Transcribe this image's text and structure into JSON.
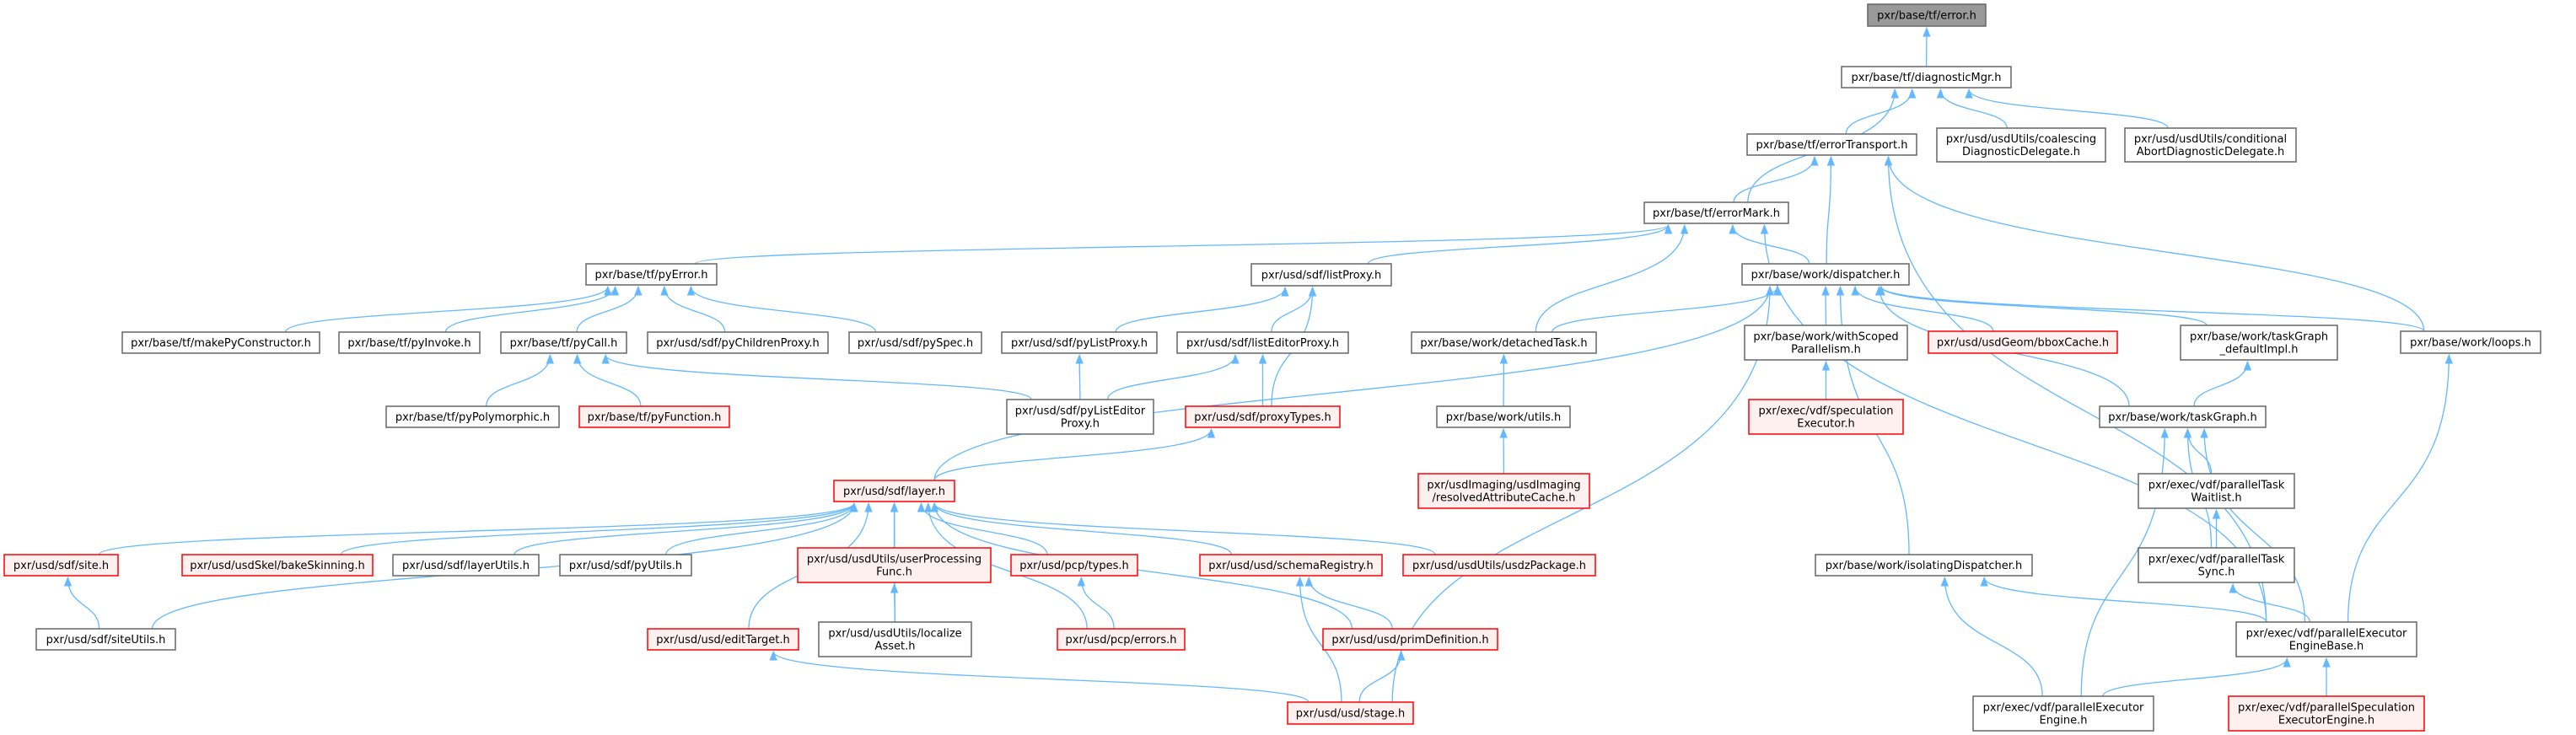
{
  "title": "pxr/base/tf/error.h",
  "colors": {
    "edge": "#63b8ff",
    "root_fill": "#999999",
    "node_border": "#666666",
    "incomplete_border": "#ff0000",
    "incomplete_fill": "#fff0f0"
  },
  "nodes": [
    {
      "id": "error",
      "label": "pxr/base/tf/error.h",
      "kind": "root"
    },
    {
      "id": "diagnosticMgr",
      "label": "pxr/base/tf/diagnosticMgr.h",
      "kind": "normal"
    },
    {
      "id": "errorTransport",
      "label": "pxr/base/tf/errorTransport.h",
      "kind": "normal"
    },
    {
      "id": "coalescing",
      "label": "pxr/usd/usdUtils/coalescing\nDiagnosticDelegate.h",
      "kind": "normal"
    },
    {
      "id": "conditional",
      "label": "pxr/usd/usdUtils/conditional\nAbortDiagnosticDelegate.h",
      "kind": "normal"
    },
    {
      "id": "errorMark",
      "label": "pxr/base/tf/errorMark.h",
      "kind": "normal"
    },
    {
      "id": "pyError",
      "label": "pxr/base/tf/pyError.h",
      "kind": "normal"
    },
    {
      "id": "listProxy",
      "label": "pxr/usd/sdf/listProxy.h",
      "kind": "normal"
    },
    {
      "id": "dispatcher",
      "label": "pxr/base/work/dispatcher.h",
      "kind": "normal"
    },
    {
      "id": "makePyConstructor",
      "label": "pxr/base/tf/makePyConstructor.h",
      "kind": "normal"
    },
    {
      "id": "pyInvoke",
      "label": "pxr/base/tf/pyInvoke.h",
      "kind": "normal"
    },
    {
      "id": "pyCall",
      "label": "pxr/base/tf/pyCall.h",
      "kind": "normal"
    },
    {
      "id": "pyChildrenProxy",
      "label": "pxr/usd/sdf/pyChildrenProxy.h",
      "kind": "normal"
    },
    {
      "id": "pySpec",
      "label": "pxr/usd/sdf/pySpec.h",
      "kind": "normal"
    },
    {
      "id": "pyListProxy",
      "label": "pxr/usd/sdf/pyListProxy.h",
      "kind": "normal"
    },
    {
      "id": "listEditorProxy",
      "label": "pxr/usd/sdf/listEditorProxy.h",
      "kind": "normal"
    },
    {
      "id": "detachedTask",
      "label": "pxr/base/work/detachedTask.h",
      "kind": "normal"
    },
    {
      "id": "withScoped",
      "label": "pxr/base/work/withScoped\nParallelism.h",
      "kind": "normal"
    },
    {
      "id": "bboxCache",
      "label": "pxr/usd/usdGeom/bboxCache.h",
      "kind": "incomplete"
    },
    {
      "id": "taskGraphDefault",
      "label": "pxr/base/work/taskGraph\n_defaultImpl.h",
      "kind": "normal"
    },
    {
      "id": "loops",
      "label": "pxr/base/work/loops.h",
      "kind": "normal"
    },
    {
      "id": "pyPolymorphic",
      "label": "pxr/base/tf/pyPolymorphic.h",
      "kind": "normal"
    },
    {
      "id": "pyFunction",
      "label": "pxr/base/tf/pyFunction.h",
      "kind": "incomplete"
    },
    {
      "id": "pyListEditorProxy",
      "label": "pxr/usd/sdf/pyListEditor\nProxy.h",
      "kind": "normal"
    },
    {
      "id": "proxyTypes",
      "label": "pxr/usd/sdf/proxyTypes.h",
      "kind": "incomplete"
    },
    {
      "id": "workUtils",
      "label": "pxr/base/work/utils.h",
      "kind": "normal"
    },
    {
      "id": "speculationExecutor",
      "label": "pxr/exec/vdf/speculation\nExecutor.h",
      "kind": "incomplete"
    },
    {
      "id": "taskGraph",
      "label": "pxr/base/work/taskGraph.h",
      "kind": "normal"
    },
    {
      "id": "layer",
      "label": "pxr/usd/sdf/layer.h",
      "kind": "incomplete"
    },
    {
      "id": "resolvedAttributeCache",
      "label": "pxr/usdImaging/usdImaging\n/resolvedAttributeCache.h",
      "kind": "incomplete"
    },
    {
      "id": "taskWaitlist",
      "label": "pxr/exec/vdf/parallelTask\nWaitlist.h",
      "kind": "normal"
    },
    {
      "id": "site",
      "label": "pxr/usd/sdf/site.h",
      "kind": "incomplete"
    },
    {
      "id": "bakeSkinning",
      "label": "pxr/usd/usdSkel/bakeSkinning.h",
      "kind": "incomplete"
    },
    {
      "id": "layerUtils",
      "label": "pxr/usd/sdf/layerUtils.h",
      "kind": "normal"
    },
    {
      "id": "pyUtils",
      "label": "pxr/usd/sdf/pyUtils.h",
      "kind": "normal"
    },
    {
      "id": "userProcessingFunc",
      "label": "pxr/usd/usdUtils/userProcessing\nFunc.h",
      "kind": "incomplete"
    },
    {
      "id": "pcpTypes",
      "label": "pxr/usd/pcp/types.h",
      "kind": "incomplete"
    },
    {
      "id": "schemaRegistry",
      "label": "pxr/usd/usd/schemaRegistry.h",
      "kind": "incomplete"
    },
    {
      "id": "usdzPackage",
      "label": "pxr/usd/usdUtils/usdzPackage.h",
      "kind": "incomplete"
    },
    {
      "id": "isolatingDispatcher",
      "label": "pxr/base/work/isolatingDispatcher.h",
      "kind": "normal"
    },
    {
      "id": "taskSync",
      "label": "pxr/exec/vdf/parallelTask\nSync.h",
      "kind": "normal"
    },
    {
      "id": "siteUtils",
      "label": "pxr/usd/sdf/siteUtils.h",
      "kind": "normal"
    },
    {
      "id": "editTarget",
      "label": "pxr/usd/usd/editTarget.h",
      "kind": "incomplete"
    },
    {
      "id": "localizeAsset",
      "label": "pxr/usd/usdUtils/localize\nAsset.h",
      "kind": "normal"
    },
    {
      "id": "pcpErrors",
      "label": "pxr/usd/pcp/errors.h",
      "kind": "incomplete"
    },
    {
      "id": "primDefinition",
      "label": "pxr/usd/usd/primDefinition.h",
      "kind": "incomplete"
    },
    {
      "id": "engineBase",
      "label": "pxr/exec/vdf/parallelExecutor\nEngineBase.h",
      "kind": "normal"
    },
    {
      "id": "stage",
      "label": "pxr/usd/usd/stage.h",
      "kind": "incomplete"
    },
    {
      "id": "engine",
      "label": "pxr/exec/vdf/parallelExecutor\nEngine.h",
      "kind": "normal"
    },
    {
      "id": "speculationEngine",
      "label": "pxr/exec/vdf/parallelSpeculation\nExecutorEngine.h",
      "kind": "incomplete"
    }
  ],
  "edges": [
    [
      "diagnosticMgr",
      "error"
    ],
    [
      "errorTransport",
      "diagnosticMgr"
    ],
    [
      "coalescing",
      "diagnosticMgr"
    ],
    [
      "conditional",
      "diagnosticMgr"
    ],
    [
      "errorMark",
      "diagnosticMgr"
    ],
    [
      "errorMark",
      "errorTransport"
    ],
    [
      "dispatcher",
      "errorTransport"
    ],
    [
      "loops",
      "errorTransport"
    ],
    [
      "engineBase",
      "errorTransport"
    ],
    [
      "pyError",
      "errorMark"
    ],
    [
      "listProxy",
      "errorMark"
    ],
    [
      "dispatcher",
      "errorMark"
    ],
    [
      "detachedTask",
      "errorMark"
    ],
    [
      "engineBase",
      "errorMark"
    ],
    [
      "makePyConstructor",
      "pyError"
    ],
    [
      "pyInvoke",
      "pyError"
    ],
    [
      "pyCall",
      "pyError"
    ],
    [
      "pyChildrenProxy",
      "pyError"
    ],
    [
      "pySpec",
      "pyError"
    ],
    [
      "pyPolymorphic",
      "pyCall"
    ],
    [
      "pyFunction",
      "pyCall"
    ],
    [
      "pyListEditorProxy",
      "pyCall"
    ],
    [
      "pyListProxy",
      "listProxy"
    ],
    [
      "listEditorProxy",
      "listProxy"
    ],
    [
      "proxyTypes",
      "listProxy"
    ],
    [
      "pyListEditorProxy",
      "pyListProxy"
    ],
    [
      "pyListEditorProxy",
      "listEditorProxy"
    ],
    [
      "proxyTypes",
      "listEditorProxy"
    ],
    [
      "layer",
      "proxyTypes"
    ],
    [
      "workUtils",
      "detachedTask"
    ],
    [
      "resolvedAttributeCache",
      "workUtils"
    ],
    [
      "detachedTask",
      "dispatcher"
    ],
    [
      "layer",
      "dispatcher"
    ],
    [
      "withScoped",
      "dispatcher"
    ],
    [
      "bboxCache",
      "dispatcher"
    ],
    [
      "taskGraphDefault",
      "dispatcher"
    ],
    [
      "loops",
      "dispatcher"
    ],
    [
      "taskGraph",
      "dispatcher"
    ],
    [
      "isolatingDispatcher",
      "dispatcher"
    ],
    [
      "stage",
      "dispatcher"
    ],
    [
      "speculationExecutor",
      "withScoped"
    ],
    [
      "taskGraph",
      "taskGraphDefault"
    ],
    [
      "taskWaitlist",
      "taskGraph"
    ],
    [
      "taskSync",
      "taskGraph"
    ],
    [
      "engineBase",
      "taskGraph"
    ],
    [
      "engine",
      "taskGraph"
    ],
    [
      "taskSync",
      "taskWaitlist"
    ],
    [
      "engineBase",
      "taskSync"
    ],
    [
      "engineBase",
      "isolatingDispatcher"
    ],
    [
      "engine",
      "isolatingDispatcher"
    ],
    [
      "engine",
      "engineBase"
    ],
    [
      "speculationEngine",
      "engineBase"
    ],
    [
      "engineBase",
      "loops"
    ],
    [
      "site",
      "layer"
    ],
    [
      "siteUtils",
      "layer"
    ],
    [
      "bakeSkinning",
      "layer"
    ],
    [
      "layerUtils",
      "layer"
    ],
    [
      "pyUtils",
      "layer"
    ],
    [
      "editTarget",
      "layer"
    ],
    [
      "localizeAsset",
      "layer"
    ],
    [
      "userProcessingFunc",
      "layer"
    ],
    [
      "pcpTypes",
      "layer"
    ],
    [
      "pcpErrors",
      "layer"
    ],
    [
      "schemaRegistry",
      "layer"
    ],
    [
      "usdzPackage",
      "layer"
    ],
    [
      "primDefinition",
      "layer"
    ],
    [
      "siteUtils",
      "site"
    ],
    [
      "localizeAsset",
      "userProcessingFunc"
    ],
    [
      "pcpErrors",
      "pcpTypes"
    ],
    [
      "primDefinition",
      "schemaRegistry"
    ],
    [
      "stage",
      "schemaRegistry"
    ],
    [
      "stage",
      "primDefinition"
    ],
    [
      "stage",
      "editTarget"
    ]
  ]
}
